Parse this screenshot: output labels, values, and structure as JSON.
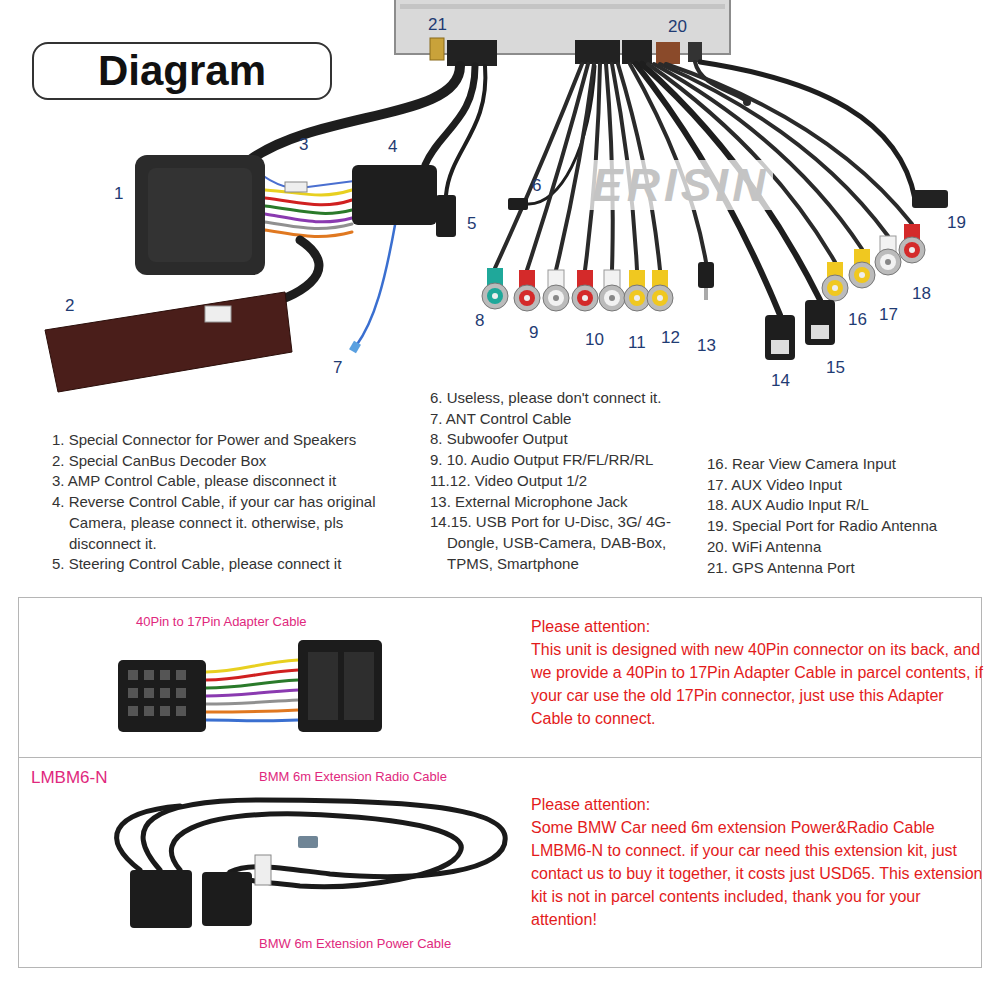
{
  "diagram": {
    "title": "Diagram",
    "nodes": [
      {
        "text": [
          "40Pin to 17Pin Adapter Cable",
          "Please attention:",
          "This unit is designed with new 40Pin connector on its back, and we provide a 40Pin to 17Pin Adapter Cable in parcel contents, if your car use the old 17Pin connector, just use this Adapter Cable to connect."
        ]
      },
      {
        "text": [
          "LMBM6-N",
          "BMM 6m Extension Radio Cable",
          "BMW 6m Extension Power Cable",
          "Please attention:",
          "Some BMW Car need 6m extension Power&Radio Cable LMBM6-N to connect. if your car need this extension kit, just contact us to buy it together, it costs just USD65. This extension kit is not in parcel contents included, thank you for your attention!"
        ]
      }
    ],
    "labels": [
      "1",
      "2",
      "3",
      "4",
      "5",
      "6",
      "7",
      "8",
      "9",
      "10",
      "11",
      "12",
      "13",
      "14",
      "15",
      "16",
      "17",
      "18",
      "19",
      "20",
      "21",
      "1. Special Connector for Power and Speakers",
      "2. Special CanBus Decoder Box",
      "3. AMP Control Cable, please disconnect it",
      "4. Reverse Control Cable, if your car has original Camera, please connect it. otherwise, pls disconnect it.",
      "5. Steering Control Cable, please connect it",
      "6. Useless, please don't connect it.",
      "7. ANT Control Cable",
      "8. Subwoofer Output",
      "9. 10. Audio Output FR/FL/RR/RL",
      "11.12. Video Output 1/2",
      "13. External Microphone Jack",
      "14.15. USB Port for U-Disc, 3G/ 4G-Dongle, USB-Camera, DAB-Box, TPMS, Smartphone",
      "16. Rear View Camera Input",
      "17. AUX Video Input",
      "18. AUX Audio Input R/L",
      "19. Special Port for Radio Antenna",
      "20. WiFi Antenna",
      "21. GPS Antenna Port",
      "ERISIN"
    ]
  }
}
